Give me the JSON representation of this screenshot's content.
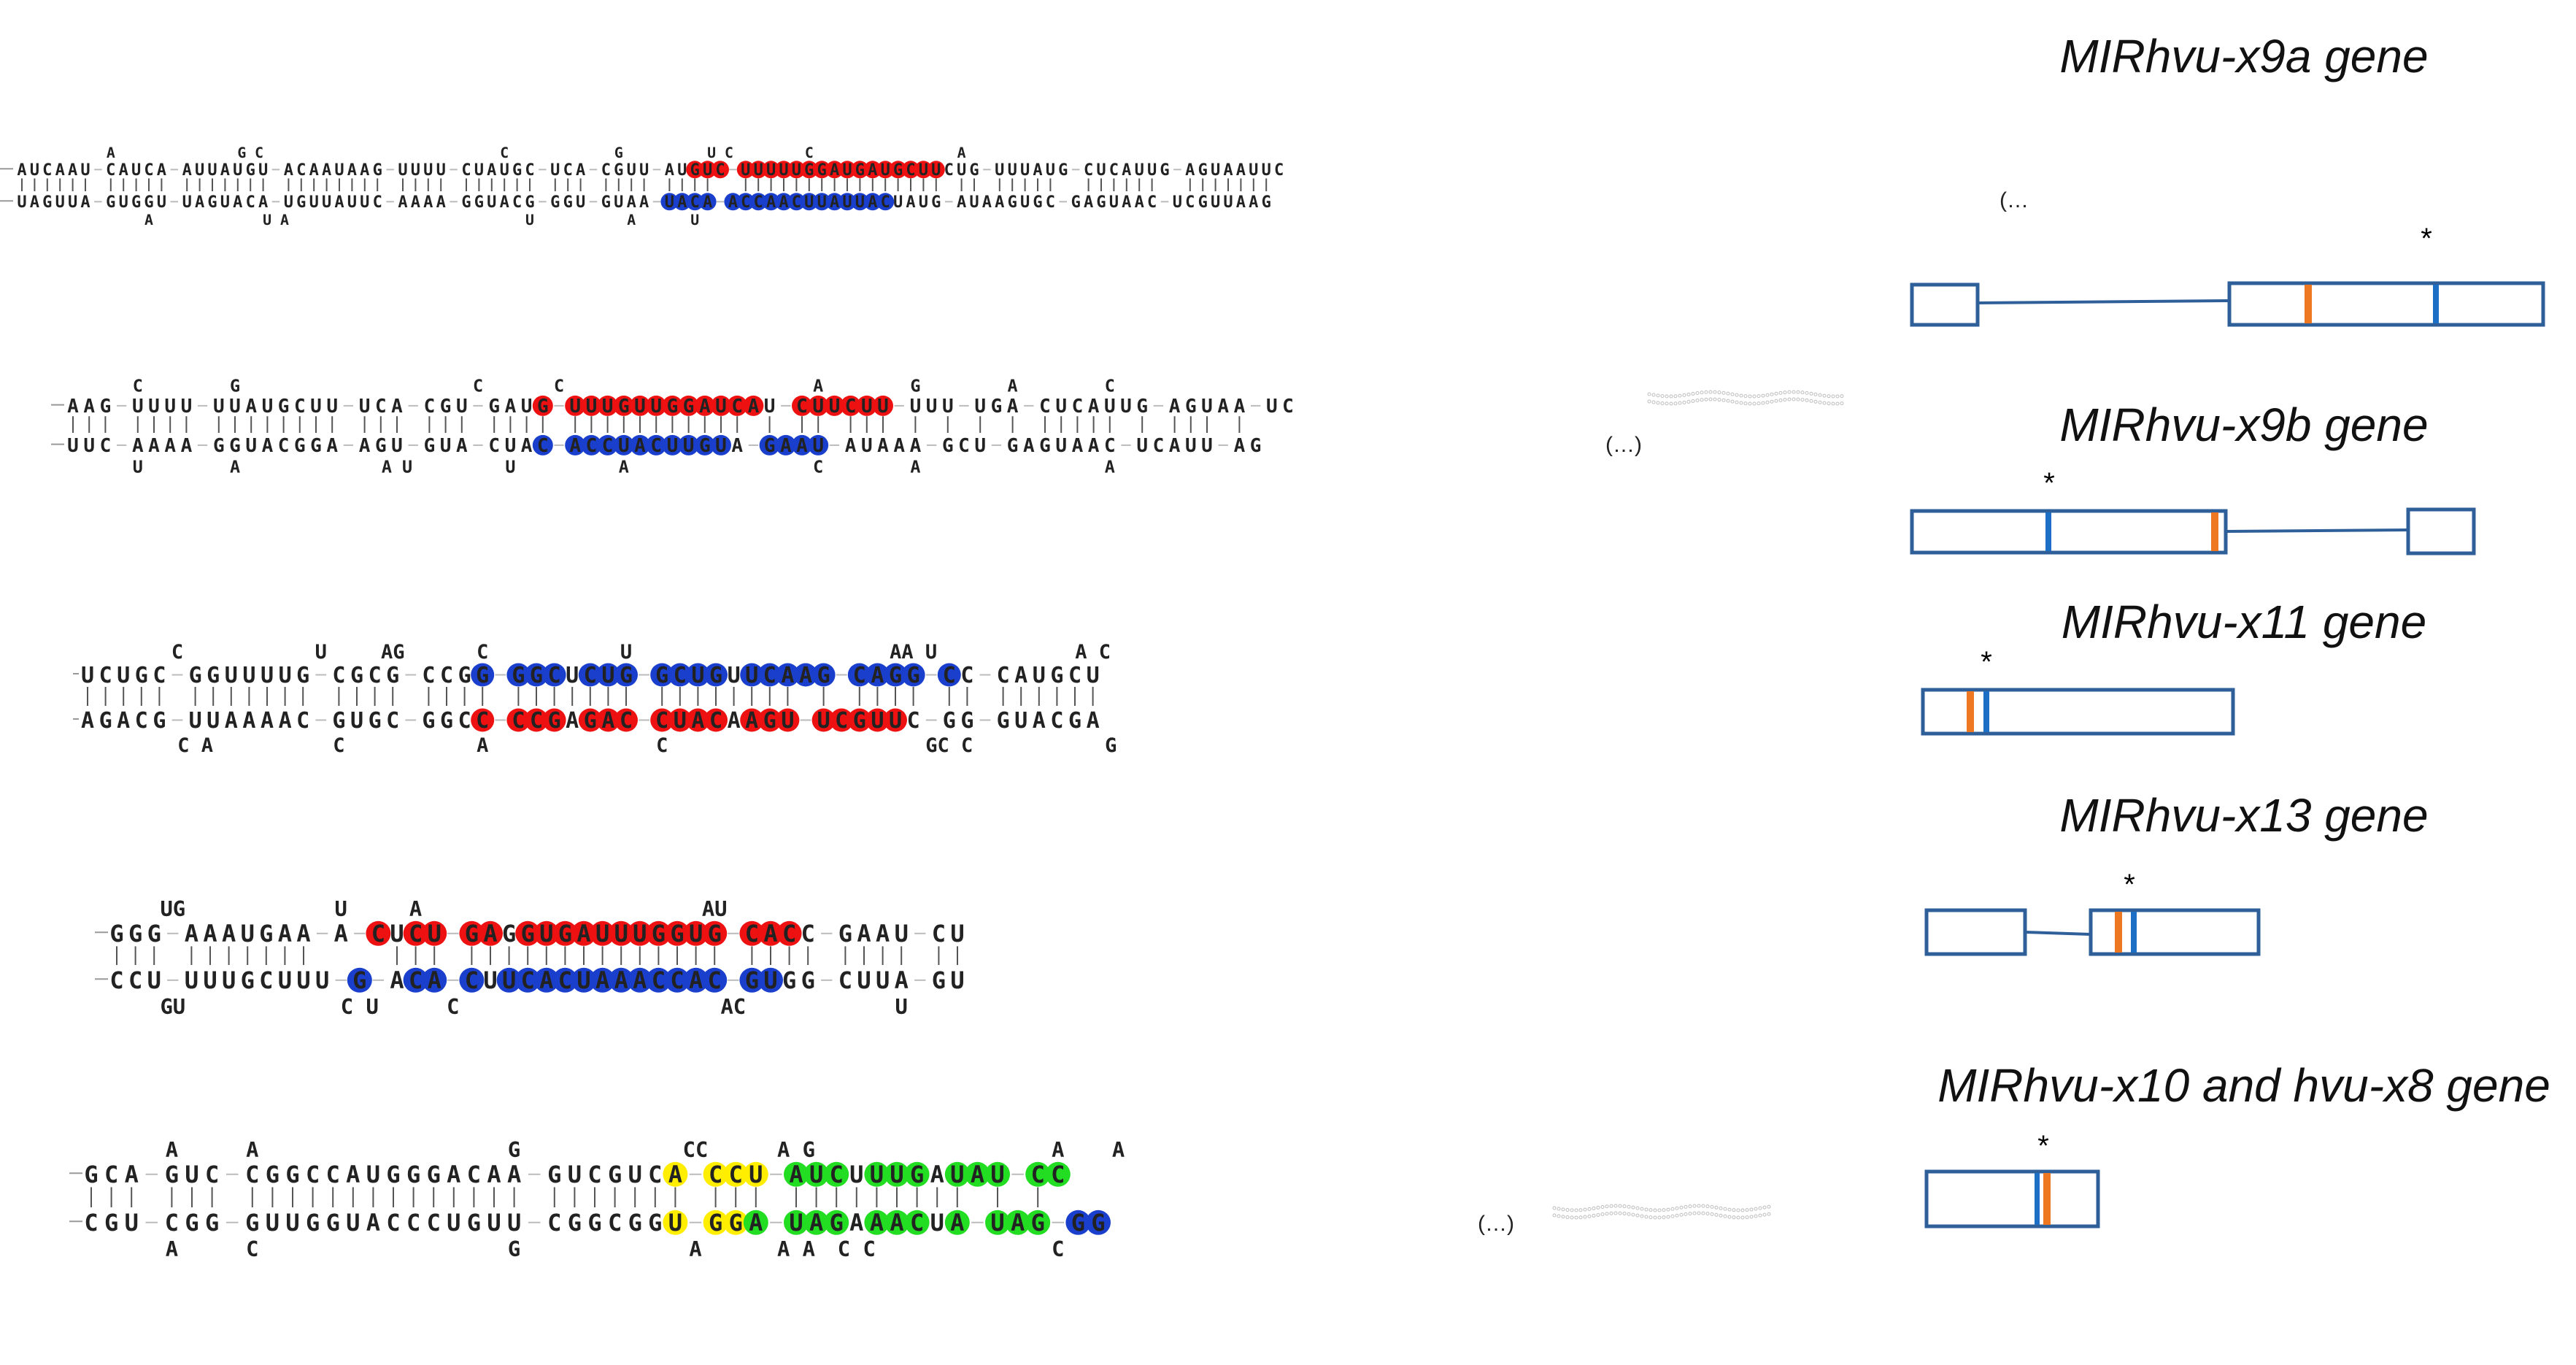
{
  "ellipsis": "(…)",
  "asterisk": "*",
  "genes": [
    {
      "title": "MIRhvu-x9a gene"
    },
    {
      "title": "MIRhvu-x9b gene"
    },
    {
      "title": "MIRhvu-x11 gene"
    },
    {
      "title": "MIRhvu-x13 gene"
    },
    {
      "title": "MIRhvu-x10 and hvu-x8 gene"
    }
  ],
  "colors": {
    "mirna_star": "#ee1111",
    "mirna": "#1a3fcc",
    "yellow": "#ffee00",
    "green": "#22dd22",
    "exon_border": "#2e5f99",
    "marker_orange": "#ee7722",
    "marker_blue": "#1c6fc4"
  },
  "hairpins": [
    {
      "id": "x9a",
      "top": "AUCAAU CAUCA AUUAUGU ACAAUAAG UUUU CUAUGC UCA CGUU AUGUC UUUUUGGAUGAUGCUUCUG UUUAUG CUCAUUG AGUAAUUC",
      "bot": "UAGUUA GUGGU UAGUACA UGUUAUUC AAAA GGUACG GGU GUAA UACA ACCAACUUAUUACUAUG AUAAGUGC GAGUAAC UCGUUAAG",
      "loops_top": [
        [
          "A",
          7
        ],
        [
          "G C",
          18
        ],
        [
          "C",
          38
        ],
        [
          "G",
          47
        ],
        [
          "U C",
          55
        ],
        [
          "C",
          62
        ],
        [
          "A",
          74
        ]
      ],
      "loops_bot": [
        [
          "A",
          10
        ],
        [
          "U A",
          20
        ],
        [
          "U",
          40
        ],
        [
          "A",
          48
        ],
        [
          "U",
          53
        ]
      ]
    },
    {
      "id": "x9b",
      "top": "AAG UUUU UUAUGCUU UCA CGU GAUG UUUGUUGGAUCAU CUUCUU UUU UGA CUCAUUG AGUAA UC",
      "bot": "UUC AAAA GGUACGGA AGU GUA CUAC ACCUACUUGUA GAAU AUAAA GCU GAGUAAC UCAUU AG",
      "loops_top": [
        [
          "C",
          4
        ],
        [
          "G",
          10
        ],
        [
          "C",
          25
        ],
        [
          "C",
          30
        ],
        [
          "A",
          46
        ],
        [
          "G",
          52
        ],
        [
          "A",
          58
        ],
        [
          "C",
          64
        ]
      ],
      "loops_bot": [
        [
          "U",
          4
        ],
        [
          "A",
          10
        ],
        [
          "A U",
          20
        ],
        [
          "U",
          27
        ],
        [
          "A",
          34
        ],
        [
          "C",
          46
        ],
        [
          "A",
          52
        ],
        [
          "A",
          64
        ]
      ]
    },
    {
      "id": "x11",
      "top": "UCUGC GGUUUUG CGCG CCGG GGCUCUG GCUGUUCAAG CAGG CC CAUGCU",
      "bot": "AGACG UUAAAAC GUGC GGCC CCGAGAC CUACAAGU UCGUUC GG GUACGA",
      "loops_top": [
        [
          "C",
          5
        ],
        [
          "U",
          13
        ],
        [
          "AG",
          17
        ],
        [
          "C",
          22
        ],
        [
          "U",
          30
        ],
        [
          "AA U",
          46
        ],
        [
          "A C",
          56
        ]
      ],
      "loops_bot": [
        [
          "C A",
          6
        ],
        [
          "C",
          14
        ],
        [
          "A",
          22
        ],
        [
          "C",
          32
        ],
        [
          "GC C",
          48
        ],
        [
          "G",
          57
        ]
      ]
    },
    {
      "id": "x13",
      "top": "GGG AAAUGAA A CUCU GAGGUGAUUUGGUG CACC GAAU CU",
      "bot": "CCU UUUGCUUU G ACA CUUCACUAAACCAC GUGG CUUA GU",
      "loops_top": [
        [
          "UG",
          3
        ],
        [
          "U",
          12
        ],
        [
          "A",
          16
        ],
        [
          "AU",
          32
        ]
      ],
      "loops_bot": [
        [
          "GU",
          3
        ],
        [
          "C U",
          13
        ],
        [
          "C",
          18
        ],
        [
          "AC",
          33
        ],
        [
          "U",
          42
        ]
      ]
    },
    {
      "id": "x10",
      "top": "GCA GUC CGGCCAUGGGACAA GUCGUCA CCU AUCUUUGAUAU CC",
      "bot": "CGU CGG GUUGGUACCCUGUU CGGCGGU GGA UAGAAACUA UAG GG",
      "loops_top": [
        [
          "A",
          4
        ],
        [
          "A",
          8
        ],
        [
          "G",
          21
        ],
        [
          "CC",
          30
        ],
        [
          "A G",
          35
        ],
        [
          "A",
          48
        ],
        [
          "A",
          51
        ]
      ],
      "loops_bot": [
        [
          "A",
          4
        ],
        [
          "C",
          8
        ],
        [
          "G",
          21
        ],
        [
          "A",
          30
        ],
        [
          "A A",
          35
        ],
        [
          "C C",
          38
        ],
        [
          "C",
          48
        ]
      ]
    }
  ]
}
